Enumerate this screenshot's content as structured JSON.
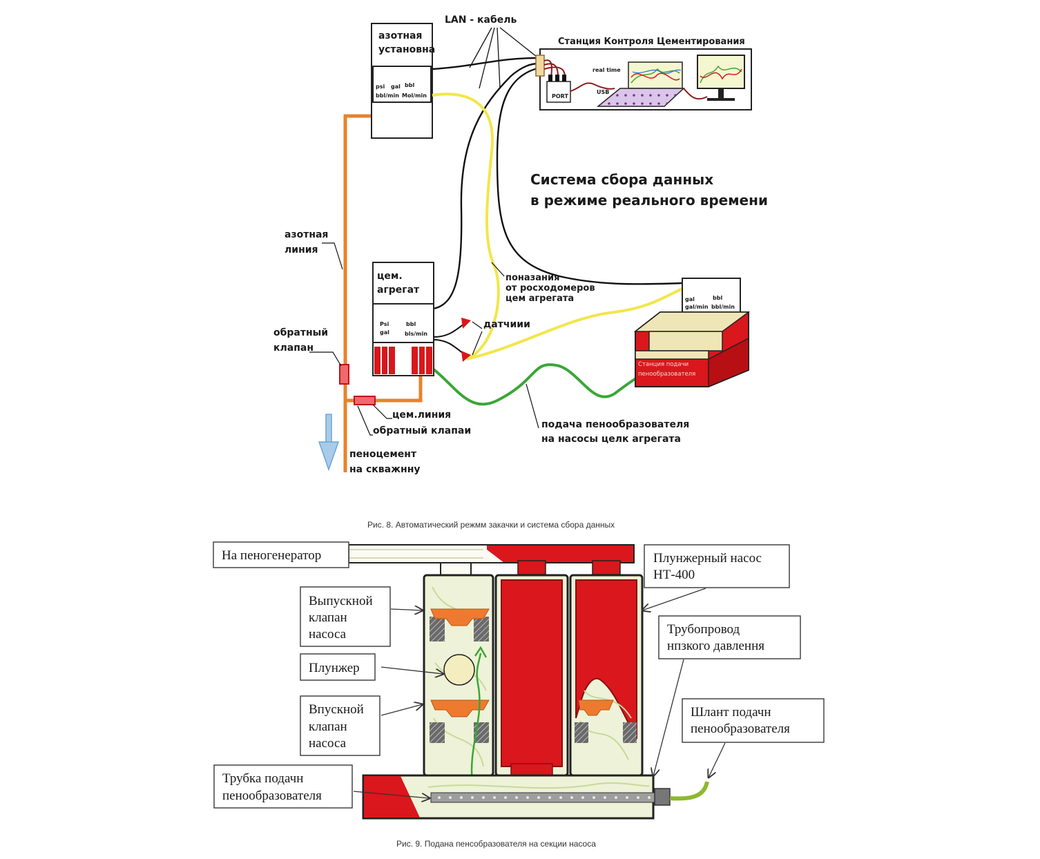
{
  "fig8": {
    "lan_cable": "LAN - кабель",
    "station_title": "Станция Контроля Цементирования",
    "nitrogen_unit": [
      "азотная",
      "установна"
    ],
    "nitrogen_readout": [
      "psi",
      "gal",
      "bbl",
      "bbl/min",
      "Mol/min"
    ],
    "real_time": "real time",
    "port": "PORT",
    "usb": "USB",
    "system_title": [
      "Система сбора данных",
      "в режиме реального времени"
    ],
    "nitrogen_line": [
      "азотная",
      "линия"
    ],
    "cement_unit": [
      "цем.",
      "агрегат"
    ],
    "cement_readout": [
      "Psi",
      "gal",
      "bbl",
      "bls/min"
    ],
    "flowmeters": [
      "поназания",
      "от росходомеров",
      "цем агрегата"
    ],
    "sensors": "датчиии",
    "foam_readout": [
      "gal",
      "bbl",
      "gal/min",
      "bbl/min"
    ],
    "foam_station": [
      "Станция подачи",
      "пенообразователя"
    ],
    "check_valve_1": [
      "обратный",
      "клапан"
    ],
    "cement_line": "цем.линия",
    "check_valve_2": "обратный клапаи",
    "foam_feed": [
      "подача пенообразователя",
      "на насосы целк агрегата"
    ],
    "foam_cement": [
      "пеноцемент",
      "на скважнну"
    ],
    "caption": "Рис. 8. Автоматический режмм закачки и система сбора данных"
  },
  "fig9": {
    "to_foam_gen": "На пеногенератор",
    "plunger_pump": [
      "Плунжерный насос",
      "НТ-400"
    ],
    "outlet_valve": [
      "Выпускной",
      "клапан",
      "насоса"
    ],
    "low_pressure": [
      "Трубопровод",
      "нпзкого давлення"
    ],
    "plunger": "Плунжер",
    "inlet_valve": [
      "Впускной",
      "клапан",
      "насоса"
    ],
    "foam_hose": [
      "Шлант подачн",
      "пенообразователя"
    ],
    "foam_tube": [
      "Трубка подачн",
      "пенообразователя"
    ],
    "caption": "Рис. 9. Подана пенсобразователя на секции насоса"
  },
  "colors": {
    "orange_line": "#e8822c",
    "yellow_line": "#f1e64a",
    "green_line": "#3aa637",
    "red": "#d9171c",
    "blue_arrow": "#6aa6d8",
    "valve_orange": "#ee7a2f",
    "foam": "#e4ebc0"
  }
}
